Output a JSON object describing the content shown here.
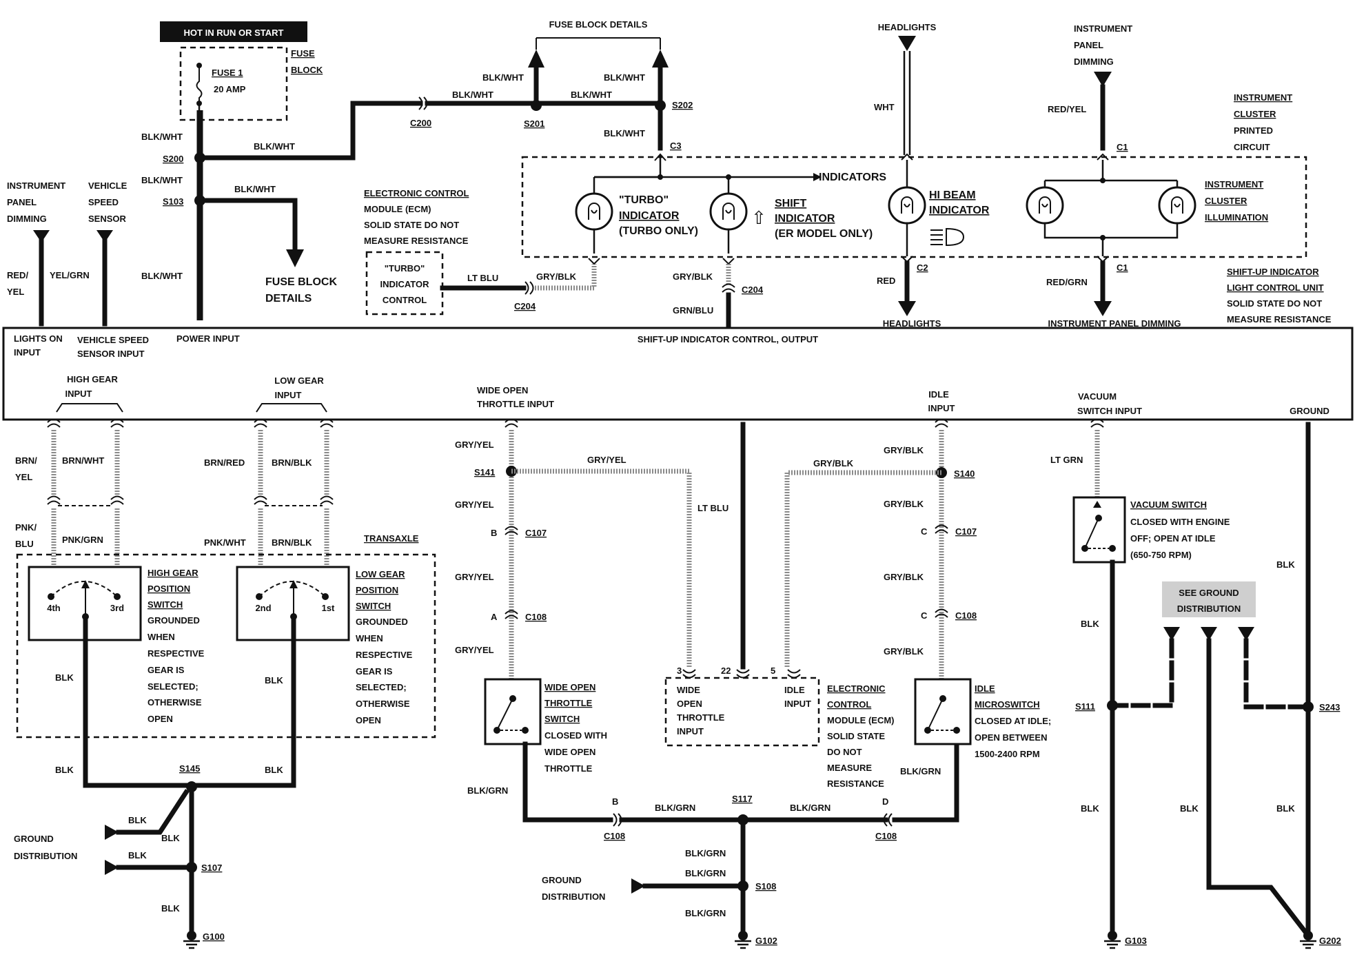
{
  "header_banner": "HOT IN RUN OR START",
  "fuse_block": {
    "label_line1": "FUSE",
    "label_line2": "BLOCK",
    "fuse_line1": "FUSE 1",
    "fuse_line2": "20 AMP"
  },
  "fuse_block_details_top": "FUSE BLOCK DETAILS",
  "fuse_block_details_left": [
    "FUSE BLOCK",
    "DETAILS"
  ],
  "headlights_top": "HEADLIGHTS",
  "headlights_bottom": "HEADLIGHTS",
  "ipd_top": [
    "INSTRUMENT",
    "PANEL",
    "DIMMING"
  ],
  "ipd_bottom": "INSTRUMENT PANEL DIMMING",
  "cluster_circuit": [
    "INSTRUMENT",
    "CLUSTER",
    "PRINTED",
    "CIRCUIT"
  ],
  "indicators_label": "INDICATORS",
  "turbo_indicator": [
    "\"TURBO\"",
    "INDICATOR",
    "(TURBO ONLY)"
  ],
  "shift_indicator": [
    "SHIFT",
    "INDICATOR",
    "(ER MODEL ONLY)"
  ],
  "hibeam_indicator": [
    "HI BEAM",
    "INDICATOR"
  ],
  "cluster_illumination": [
    "INSTRUMENT",
    "CLUSTER",
    "ILLUMINATION"
  ],
  "ecm_top": [
    "ELECTRONIC CONTROL",
    "MODULE (ECM)",
    "SOLID STATE DO NOT",
    "MEASURE RESISTANCE"
  ],
  "turbo_control": [
    "\"TURBO\"",
    "INDICATOR",
    "CONTROL"
  ],
  "left_inputs": {
    "ipd": [
      "INSTRUMENT",
      "PANEL",
      "DIMMING"
    ],
    "vss": [
      "VEHICLE",
      "SPEED",
      "SENSOR"
    ]
  },
  "shift_up_unit": [
    "SHIFT-UP INDICATOR",
    "LIGHT CONTROL UNIT",
    "SOLID STATE DO NOT",
    "MEASURE RESISTANCE"
  ],
  "module_pins": {
    "lights_on": [
      "LIGHTS ON",
      "INPUT"
    ],
    "vss_input": [
      "VEHICLE SPEED",
      "SENSOR INPUT"
    ],
    "power_input": "POWER INPUT",
    "shift_up_output": "SHIFT-UP INDICATOR CONTROL, OUTPUT",
    "high_gear": [
      "HIGH GEAR",
      "INPUT"
    ],
    "low_gear": [
      "LOW GEAR",
      "INPUT"
    ],
    "wot_input": [
      "WIDE OPEN",
      "THROTTLE INPUT"
    ],
    "idle_input": [
      "IDLE",
      "INPUT"
    ],
    "vacuum_input": [
      "VACUUM",
      "SWITCH INPUT"
    ],
    "ground": "GROUND"
  },
  "wires": {
    "blk_wht": "BLK/WHT",
    "wht": "WHT",
    "red_yel": "RED/YEL",
    "red_yel_split": [
      "RED/",
      "YEL"
    ],
    "yel_grn": "YEL/GRN",
    "lt_blu": "LT BLU",
    "gry_blk": "GRY/BLK",
    "grn_blu": "GRN/BLU",
    "red": "RED",
    "red_grn": "RED/GRN",
    "brn_yel": [
      "BRN/",
      "YEL"
    ],
    "brn_wht": "BRN/WHT",
    "brn_red": "BRN/RED",
    "brn_blk": "BRN/BLK",
    "pnk_blu": [
      "PNK/",
      "BLU"
    ],
    "pnk_grn": "PNK/GRN",
    "pnk_wht": "PNK/WHT",
    "blk": "BLK",
    "gry_yel": "GRY/YEL",
    "lt_grn": "LT GRN",
    "blk_grn": "BLK/GRN"
  },
  "splices": {
    "s200": "S200",
    "s103": "S103",
    "s201": "S201",
    "s202": "S202",
    "s141": "S141",
    "s140": "S140",
    "s145": "S145",
    "s107": "S107",
    "s117": "S117",
    "s108": "S108",
    "s111": "S111",
    "s243": "S243"
  },
  "connectors": {
    "c200": "C200",
    "c3": "C3",
    "c1": "C1",
    "c2": "C2",
    "c204": "C204",
    "c107": "C107",
    "c108": "C108"
  },
  "connector_pins": {
    "a": "A",
    "b": "B",
    "c": "C",
    "d": "D"
  },
  "grounds": {
    "g100": "G100",
    "g102": "G102",
    "g103": "G103",
    "g202": "G202"
  },
  "transaxle": "TRANSAXLE",
  "high_gear_switch": {
    "title": [
      "HIGH GEAR",
      "POSITION",
      "SWITCH"
    ],
    "desc": [
      "GROUNDED",
      "WHEN",
      "RESPECTIVE",
      "GEAR IS",
      "SELECTED;",
      "OTHERWISE",
      "OPEN"
    ],
    "pos_a": "4th",
    "pos_b": "3rd"
  },
  "low_gear_switch": {
    "title": [
      "LOW GEAR",
      "POSITION",
      "SWITCH"
    ],
    "desc": [
      "GROUNDED",
      "WHEN",
      "RESPECTIVE",
      "GEAR IS",
      "SELECTED;",
      "OTHERWISE",
      "OPEN"
    ],
    "pos_a": "2nd",
    "pos_b": "1st"
  },
  "wot_switch": {
    "title": [
      "WIDE OPEN",
      "THROTTLE",
      "SWITCH"
    ],
    "desc": [
      "CLOSED WITH",
      "WIDE OPEN",
      "THROTTLE"
    ]
  },
  "ecm_bottom": {
    "pin3": "3",
    "pin22": "22",
    "pin5": "5",
    "wot": [
      "WIDE",
      "OPEN",
      "THROTTLE",
      "INPUT"
    ],
    "idle": [
      "IDLE",
      "INPUT"
    ],
    "title": [
      "ELECTRONIC",
      "CONTROL",
      "MODULE (ECM)",
      "SOLID STATE",
      "DO NOT",
      "MEASURE",
      "RESISTANCE"
    ]
  },
  "idle_switch": {
    "title": [
      "IDLE",
      "MICROSWITCH"
    ],
    "desc": [
      "CLOSED AT IDLE;",
      "OPEN BETWEEN",
      "1500-2400 RPM"
    ]
  },
  "vacuum_switch": {
    "title": "VACUUM SWITCH",
    "desc": [
      "CLOSED WITH ENGINE",
      "OFF; OPEN AT IDLE",
      "(650-750 RPM)"
    ]
  },
  "ground_distribution": [
    "GROUND",
    "DISTRIBUTION"
  ],
  "see_ground": [
    "SEE GROUND",
    "DISTRIBUTION"
  ]
}
